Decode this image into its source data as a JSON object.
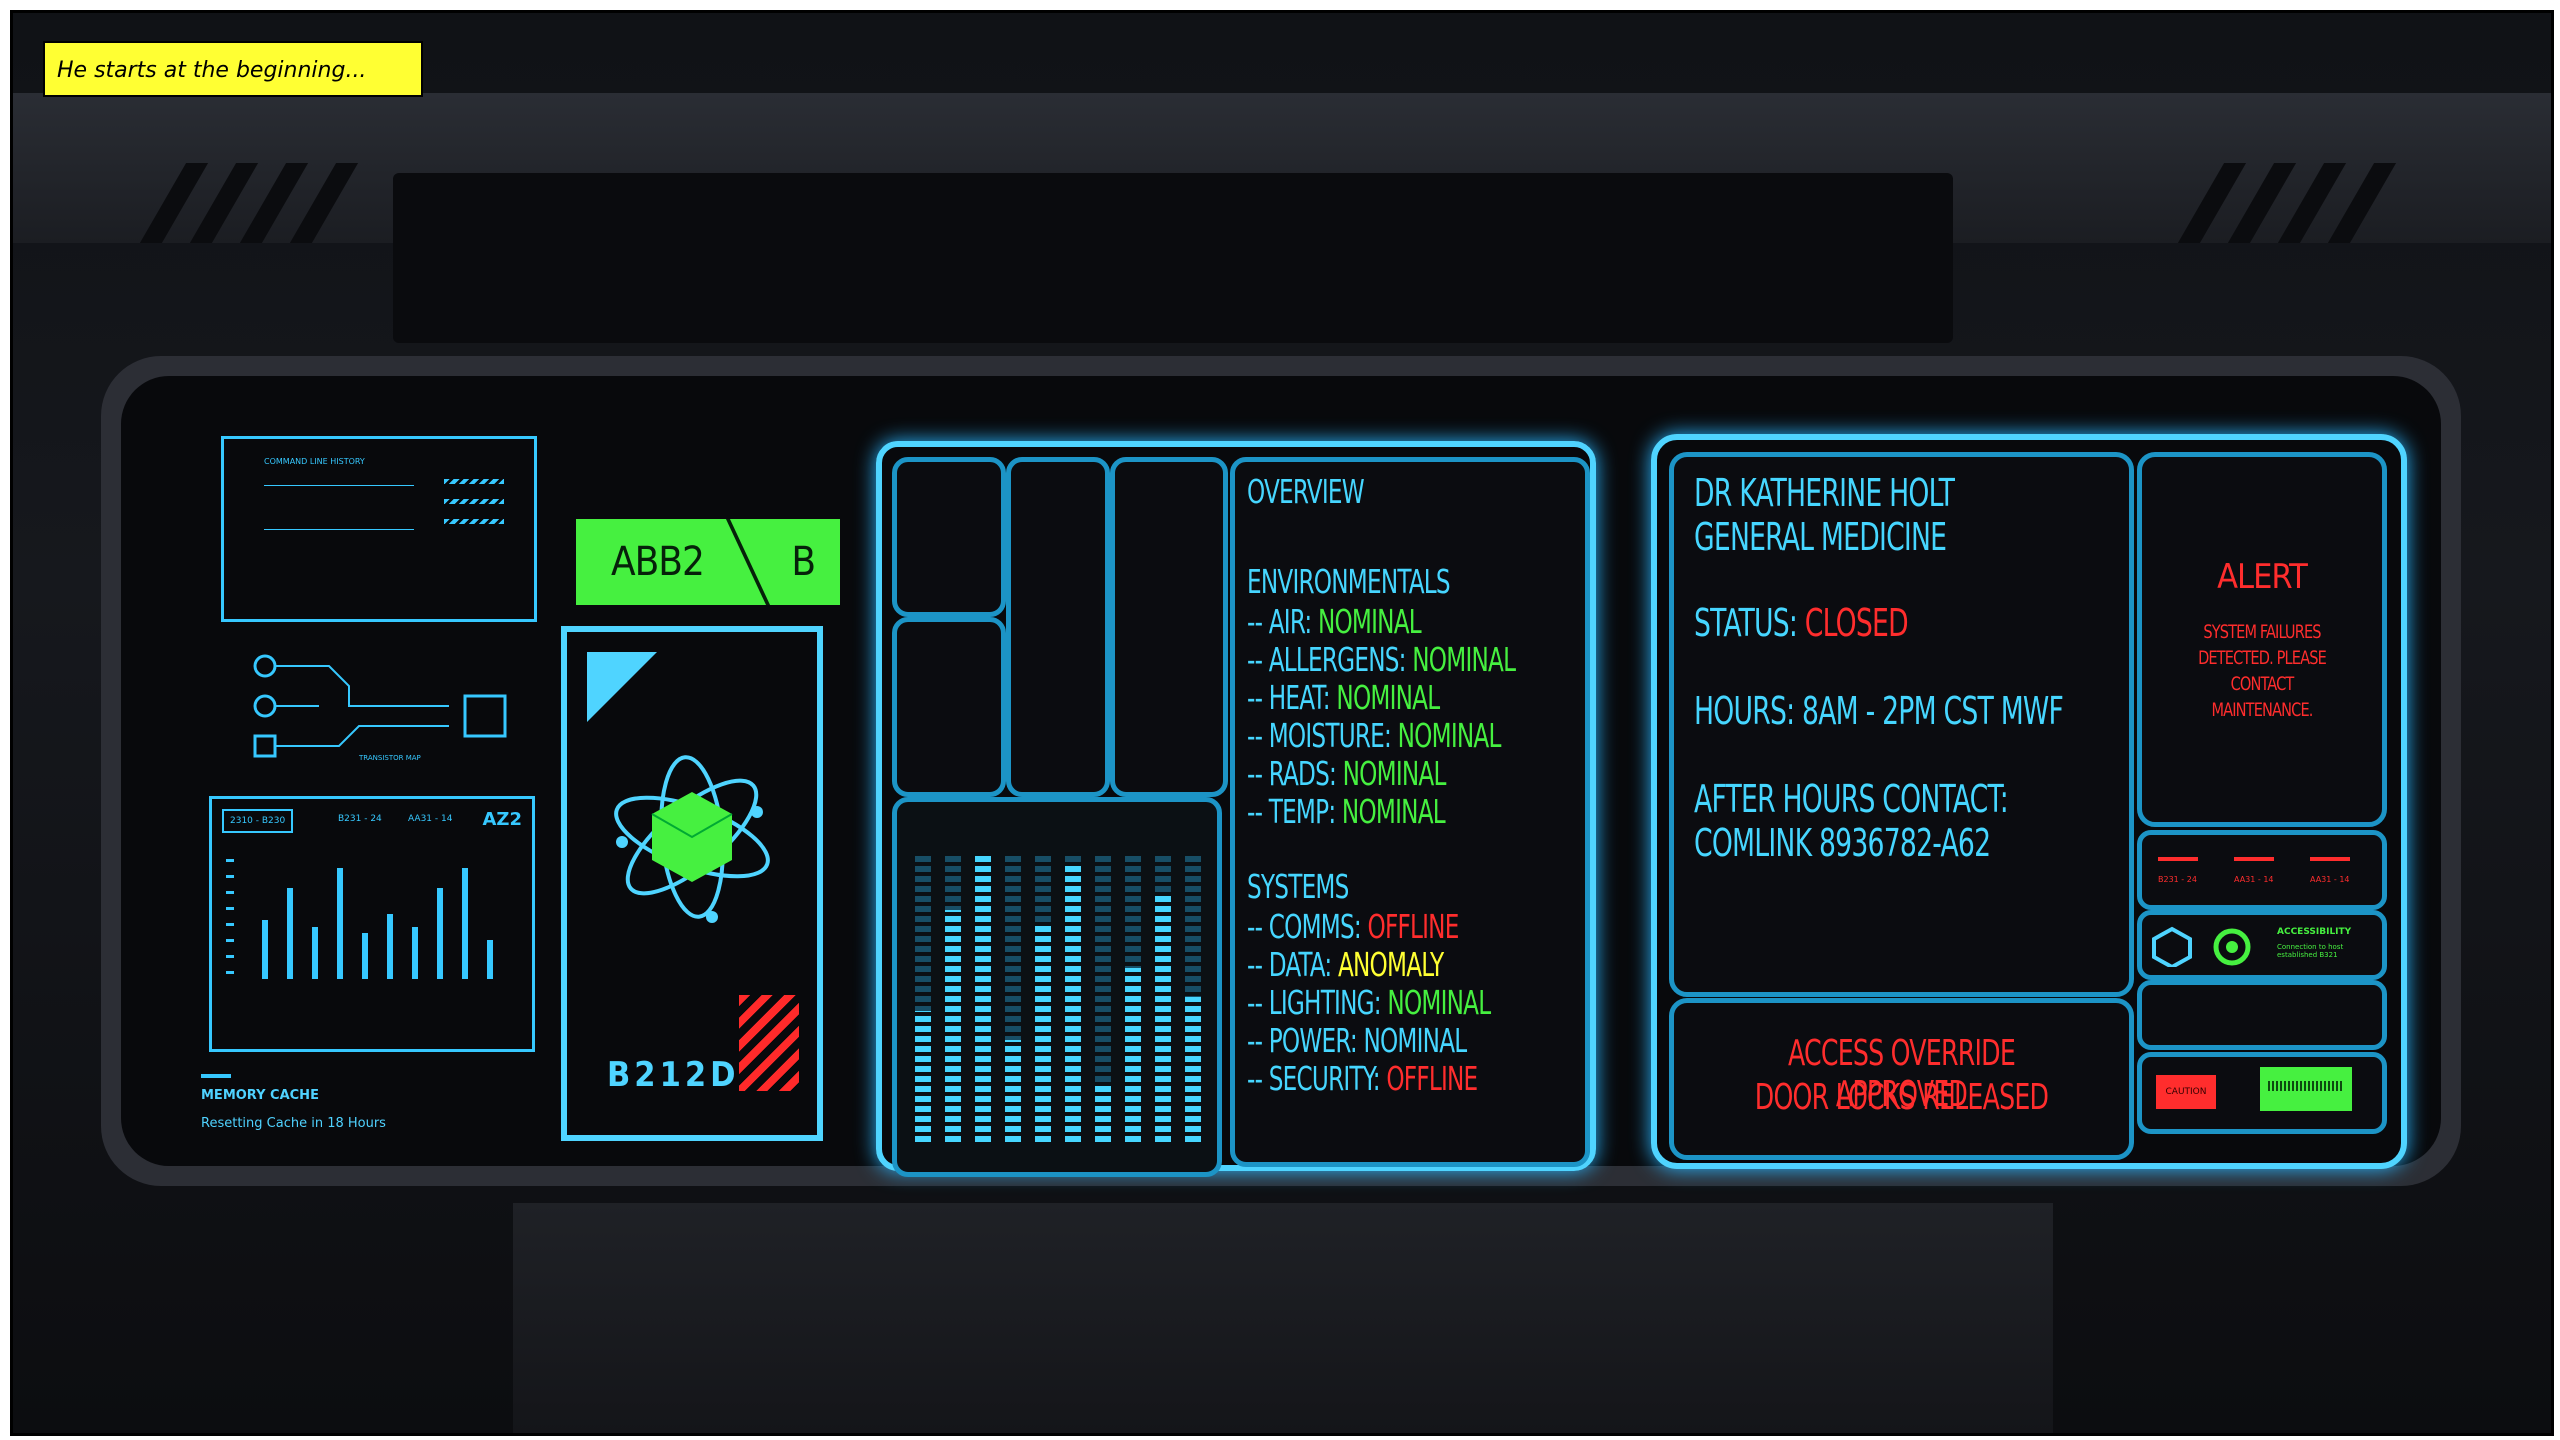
{
  "caption": "He starts at the beginning...",
  "colors": {
    "cyan": "#46d6ff",
    "green": "#46f040",
    "red": "#ff2d2d",
    "yellow": "#ffff33"
  },
  "left_panel": {
    "command_title": "COMMAND LINE HISTORY",
    "transistor_label": "TRANSISTOR MAP",
    "bar_tags": [
      "2310 - B230",
      "B231 - 24",
      "AA31 - 14"
    ],
    "bar_az": "AZ2",
    "memory_title": "MEMORY CACHE",
    "memory_subtitle": "Resetting Cache in 18 Hours"
  },
  "tag": {
    "left": "ABB2",
    "right": "B"
  },
  "atom_code": "B212D",
  "overview": {
    "title": "OVERVIEW",
    "env_header": "ENVIRONMENTALS",
    "env": [
      {
        "label": "-- AIR: ",
        "value": "NOMINAL",
        "color": "#46f040"
      },
      {
        "label": "-- ALLERGENS: ",
        "value": "NOMINAL",
        "color": "#46f040"
      },
      {
        "label": "-- HEAT: ",
        "value": "NOMINAL",
        "color": "#46f040"
      },
      {
        "label": "-- MOISTURE: ",
        "value": "NOMINAL",
        "color": "#46f040"
      },
      {
        "label": "-- RADS: ",
        "value": "NOMINAL",
        "color": "#46f040"
      },
      {
        "label": "-- TEMP: ",
        "value": "NOMINAL",
        "color": "#46f040"
      }
    ],
    "sys_header": "SYSTEMS",
    "systems": [
      {
        "label": "-- COMMS: ",
        "value": "OFFLINE",
        "color": "#ff2d2d"
      },
      {
        "label": "-- DATA: ",
        "value": "ANOMALY",
        "color": "#ffff33"
      },
      {
        "label": "-- LIGHTING: ",
        "value": "NOMINAL",
        "color": "#46f040"
      },
      {
        "label": "-- POWER: ",
        "value": "NOMINAL",
        "color": "#46d6ff"
      },
      {
        "label": "-- SECURITY: ",
        "value": "OFFLINE",
        "color": "#ff2d2d"
      }
    ]
  },
  "doctor": {
    "name": "DR KATHERINE HOLT",
    "dept": "GENERAL MEDICINE",
    "status_label": "STATUS: ",
    "status_value": "CLOSED",
    "hours": "HOURS: 8AM - 2PM CST MWF",
    "after_hours": "AFTER HOURS CONTACT:",
    "comlink": "COMLINK 8936782-A62",
    "access1": "ACCESS OVERRIDE APPROVED",
    "access2": "DOOR LOCKS RELEASED"
  },
  "alert": {
    "title": "ALERT",
    "lines": [
      "SYSTEM FAILURES",
      "DETECTED. PLEASE",
      "CONTACT",
      "MAINTENANCE."
    ],
    "chips": [
      "B231 - 24",
      "AA31 - 14",
      "AA31 - 14"
    ],
    "accessibility": "ACCESSIBILITY",
    "access_sub": "Connection to host established B321",
    "caution": "CAUTION"
  },
  "equalizer_levels": [
    0.45,
    0.8,
    1.0,
    0.35,
    0.75,
    0.95,
    0.2,
    0.6,
    0.85,
    0.5
  ],
  "mini_bar_levels": [
    0.45,
    0.7,
    0.4,
    0.85,
    0.35,
    0.5,
    0.4,
    0.7,
    0.85,
    0.3
  ]
}
